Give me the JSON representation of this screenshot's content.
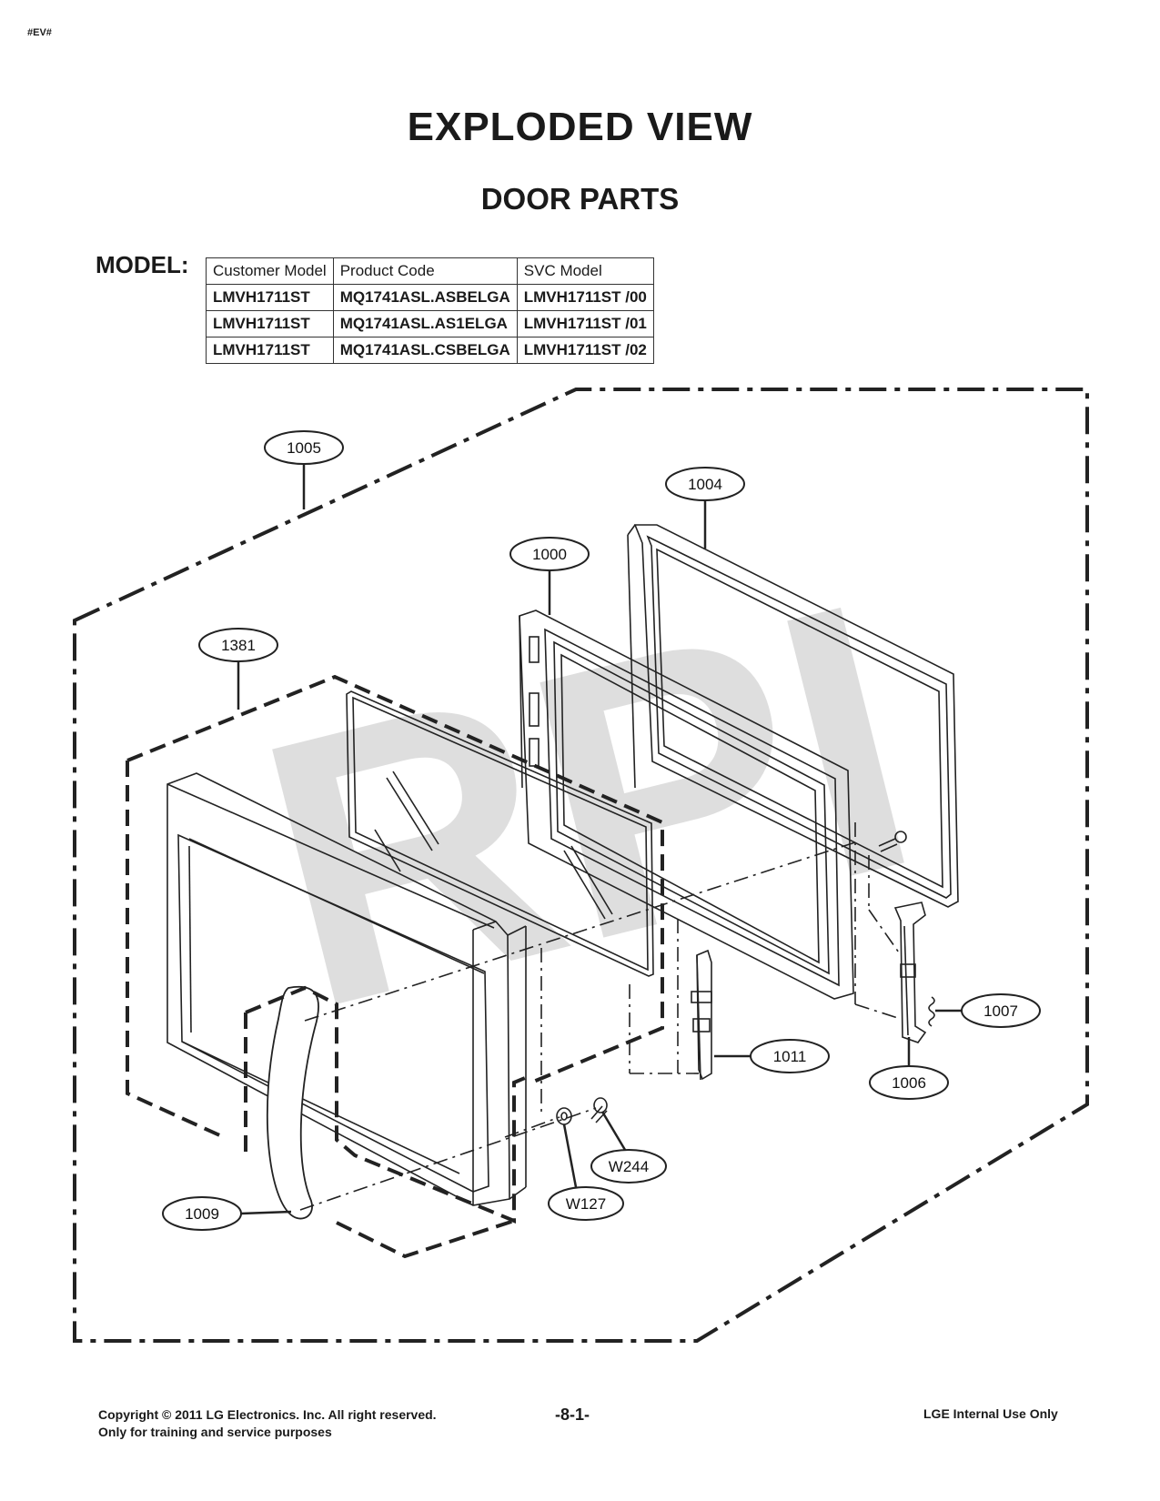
{
  "header": {
    "tag": "#EV#",
    "title": "EXPLODED VIEW",
    "subtitle": "DOOR PARTS"
  },
  "model_table": {
    "label": "MODEL:",
    "headers": [
      "Customer Model",
      "Product Code",
      "SVC Model"
    ],
    "rows": [
      [
        "LMVH1711ST",
        "MQ1741ASL.ASBELGA",
        "LMVH1711ST /00"
      ],
      [
        "LMVH1711ST",
        "MQ1741ASL.AS1ELGA",
        "LMVH1711ST /01"
      ],
      [
        "LMVH1711ST",
        "MQ1741ASL.CSBELGA",
        "LMVH1711ST /02"
      ]
    ]
  },
  "watermark": "RPI",
  "part_labels": {
    "p1005": "1005",
    "p1004": "1004",
    "p1000": "1000",
    "p1381": "1381",
    "p1007": "1007",
    "p1011": "1011",
    "p1006": "1006",
    "pW244": "W244",
    "pW127": "W127",
    "p1009": "1009"
  },
  "footer": {
    "copyright": "Copyright © 2011 LG Electronics. Inc. All right reserved.",
    "note": "Only for training and service purposes",
    "page": "-8-1-",
    "internal": "LGE Internal Use Only"
  }
}
